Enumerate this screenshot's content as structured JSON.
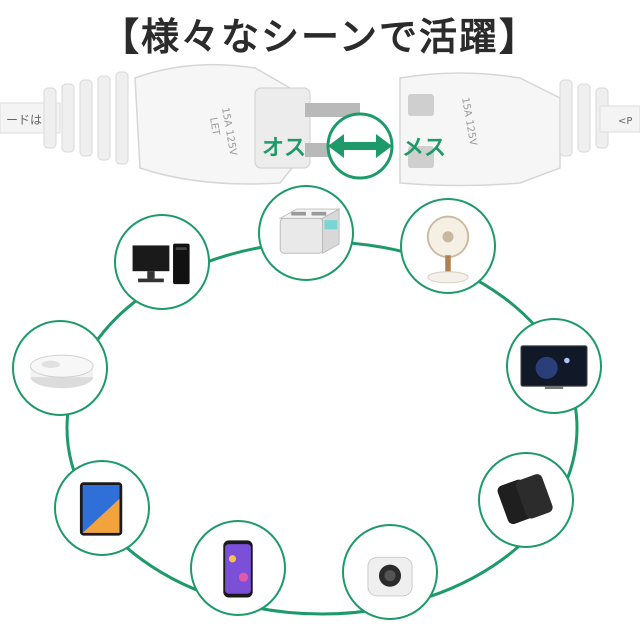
{
  "title": "【様々なシーンで活躍】",
  "connector": {
    "male_label": "オス",
    "female_label": "メス",
    "male_plug_marks": [
      "LET",
      "15A 125V"
    ],
    "female_plug_marks": [
      "15A 125V"
    ],
    "cord_text_left": "ードは",
    "cord_text_right": "<P"
  },
  "colors": {
    "accent": "#1e9a6a",
    "title": "#2b2b2b",
    "plug": "#f2f2f2"
  },
  "devices": [
    {
      "id": "power-strip",
      "icon": "power-strip-icon"
    },
    {
      "id": "desk-fan",
      "icon": "desk-fan-icon"
    },
    {
      "id": "television",
      "icon": "television-icon"
    },
    {
      "id": "power-bank",
      "icon": "power-bank-icon"
    },
    {
      "id": "projector",
      "icon": "projector-icon"
    },
    {
      "id": "smartphone",
      "icon": "smartphone-icon"
    },
    {
      "id": "tablet",
      "icon": "tablet-icon"
    },
    {
      "id": "robot-vacuum",
      "icon": "robot-vacuum-icon"
    },
    {
      "id": "desktop-pc",
      "icon": "desktop-pc-icon"
    }
  ]
}
